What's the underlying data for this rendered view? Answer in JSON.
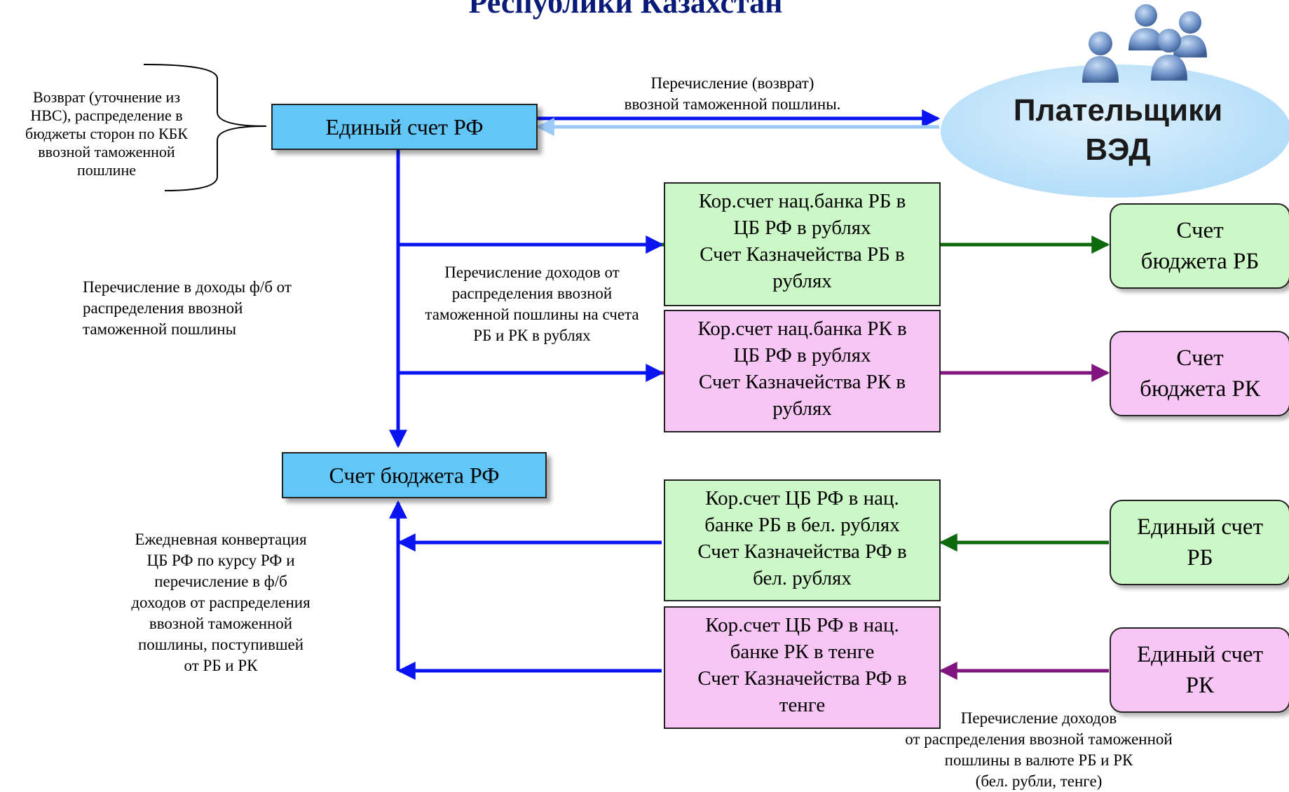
{
  "title": "Республики Казахстан",
  "payers": {
    "label_line1": "Плательщики",
    "label_line2": "ВЭД",
    "icon": "users-group-icon"
  },
  "boxes": {
    "unified_account_rf": "Единый счет РФ",
    "budget_account_rf": "Счет бюджета РФ",
    "corr_nb_rb": {
      "line1": "Кор.счет нац.банка РБ в",
      "line2": "ЦБ РФ в рублях",
      "line3": "Счет   Казначейства  РБ в",
      "line4": "рублях"
    },
    "corr_nb_rk": {
      "line1": "Кор.счет нац.банка РК в",
      "line2": "ЦБ РФ в рублях",
      "line3": "Счет   Казначейства  РК в",
      "line4": "рублях"
    },
    "corr_cb_rb": {
      "line1": "Кор.счет ЦБ РФ в нац.",
      "line2": "банке РБ в бел. рублях",
      "line3": "Счет   Казначейства  РФ в",
      "line4": "бел. рублях"
    },
    "corr_cb_rk": {
      "line1": "Кор.счет ЦБ РФ в нац.",
      "line2": "банке РК в тенге",
      "line3": "Счет   Казначейства  РФ в",
      "line4": "тенге"
    },
    "budget_rb": {
      "line1": "Счет",
      "line2": "бюджета РБ"
    },
    "budget_rk": {
      "line1": "Счет",
      "line2": "бюджета РК"
    },
    "unified_rb": {
      "line1": "Единый счет",
      "line2": "РБ"
    },
    "unified_rk": {
      "line1": "Единый счет",
      "line2": "РК"
    }
  },
  "notes": {
    "refund": [
      "Возврат (уточнение из",
      "НВС), распределение в",
      "бюджеты сторон по КБК",
      "ввозной таможенной",
      "пошлине"
    ],
    "transfer_refund": [
      "Перечисление (возврат)",
      "ввозной  таможенной пошлины."
    ],
    "income_fb": [
      "Перечисление в доходы ф/б от",
      "распределения ввозной",
      "таможенной пошлины"
    ],
    "income_rb_rk": [
      "Перечисление доходов от",
      "распределения ввозной",
      "таможенной пошлины на счета",
      "РБ и РК в рублях"
    ],
    "conversion": [
      "Ежедневная конвертация",
      "ЦБ РФ по курсу РФ и",
      "перечисление в ф/б",
      "доходов от распределения",
      "ввозной таможенной",
      "пошлины, поступившей",
      "от РБ и РК"
    ],
    "currency_income": [
      "Перечисление доходов",
      "от распределения ввозной таможенной",
      "пошлины в валюте РБ и РК",
      "(бел. рубли, тенге)"
    ]
  },
  "colors": {
    "blue_arrow": "#0a14f0",
    "light_blue_arrow": "#9ccaf8",
    "green_arrow": "#0c6a0c",
    "purple_arrow": "#80157f",
    "title": "#0a1a78"
  }
}
